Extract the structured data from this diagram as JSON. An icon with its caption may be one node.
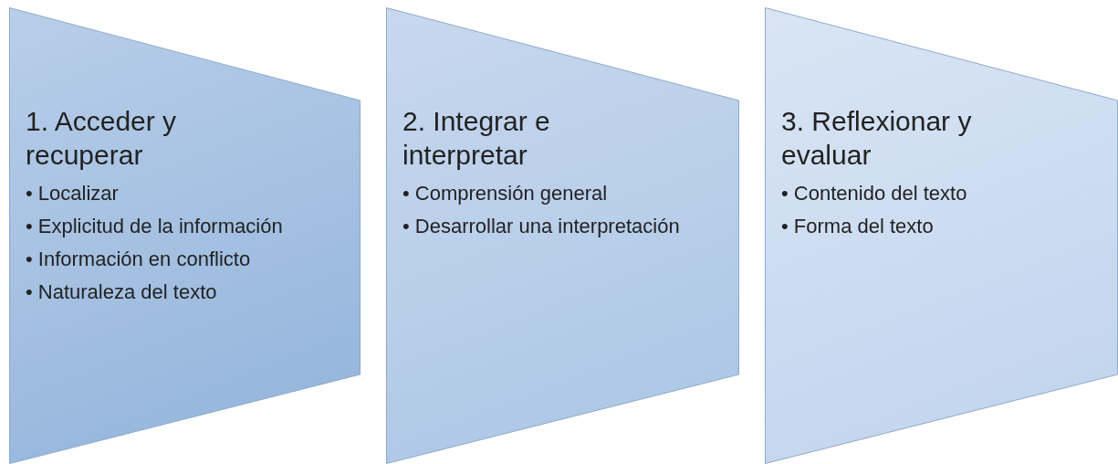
{
  "diagram": {
    "nodes": [
      {
        "text": [
          "1. Acceder y recuperar",
          "• Localizar",
          "• Explicitud de la información",
          "• Información en conflicto",
          "• Naturaleza del texto"
        ]
      },
      {
        "text": [
          "2. Integrar e interpretar",
          "• Comprensión general",
          "• Desarrollar una interpretación"
        ]
      },
      {
        "text": [
          "3. Reflexionar y evaluar",
          "• Contenido del texto",
          "• Forma del texto"
        ]
      }
    ]
  }
}
